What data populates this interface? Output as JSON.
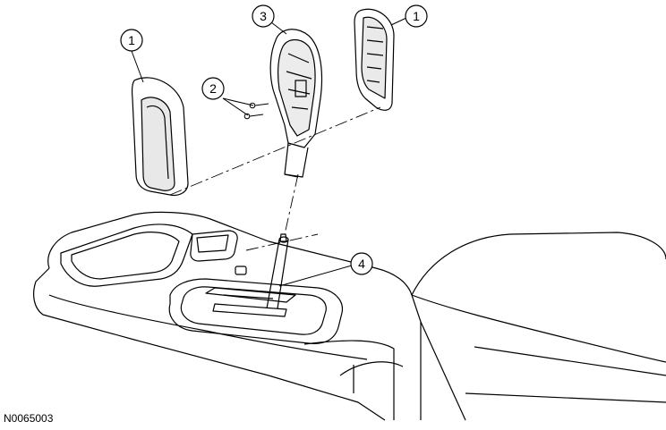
{
  "callouts": [
    {
      "number": "1"
    },
    {
      "number": "2"
    },
    {
      "number": "3"
    },
    {
      "number": "1"
    },
    {
      "number": "4"
    }
  ],
  "figure_id": "N0065003"
}
